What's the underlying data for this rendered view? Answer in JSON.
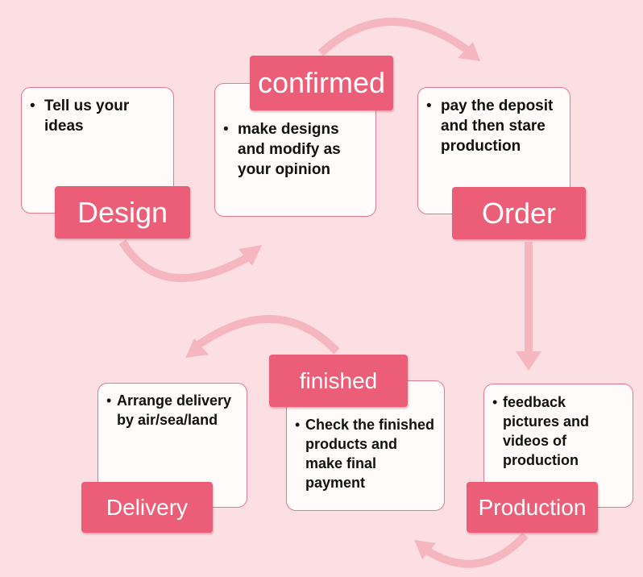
{
  "colors": {
    "background": "#fcdfe3",
    "label_fill": "#ec5d77",
    "label_text": "#ffffff",
    "card_fill": "#fefbfa",
    "card_border": "#e4788c",
    "arrow": "#f5b6c0"
  },
  "steps": [
    {
      "label": "Design",
      "text": "Tell us your ideas"
    },
    {
      "label": "confirmed",
      "text": "make designs and modify as your opinion"
    },
    {
      "label": "Order",
      "text": "pay the deposit and then stare production"
    },
    {
      "label": "Production",
      "text": "feedback pictures and videos of production"
    },
    {
      "label": "finished",
      "text": "Check the finished products and make final payment"
    },
    {
      "label": "Delivery",
      "text": "Arrange delivery by air/sea/land"
    }
  ]
}
